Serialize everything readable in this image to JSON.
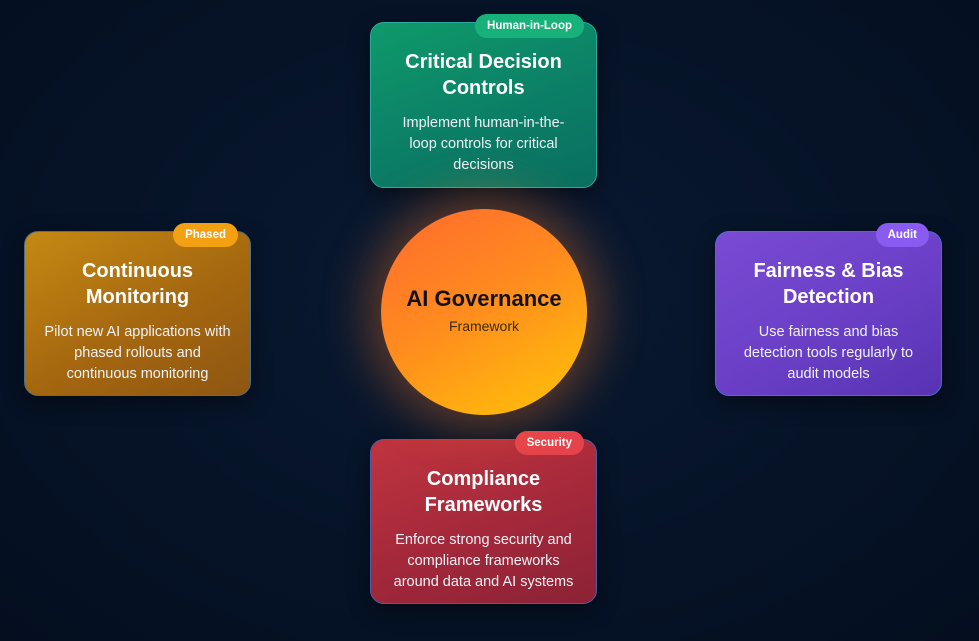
{
  "center": {
    "title": "AI Governance",
    "subtitle": "Framework"
  },
  "cards": {
    "top": {
      "badge": "Human-in-Loop",
      "title": "Critical Decision Controls",
      "description": "Implement human-in-the-loop controls for critical decisions"
    },
    "left": {
      "badge": "Phased",
      "title": "Continuous Monitoring",
      "description": "Pilot new AI applications with phased rollouts and continuous monitoring"
    },
    "right": {
      "badge": "Audit",
      "title": "Fairness & Bias Detection",
      "description": "Use fairness and bias detection tools regularly to audit models"
    },
    "bottom": {
      "badge": "Security",
      "title": "Compliance Frameworks",
      "description": "Enforce strong security and compliance frameworks around data and AI systems"
    }
  },
  "colors": {
    "background": "#061327",
    "top_card": "#0b7d66",
    "top_badge": "#17b27a",
    "left_card": "#a5670f",
    "left_badge": "#f3a112",
    "right_card": "#6a3fc6",
    "right_badge": "#8a5bf0",
    "bottom_card": "#a3283a",
    "bottom_badge": "#e5434c",
    "center_start": "#ff6a2e",
    "center_end": "#ffbe0b"
  }
}
